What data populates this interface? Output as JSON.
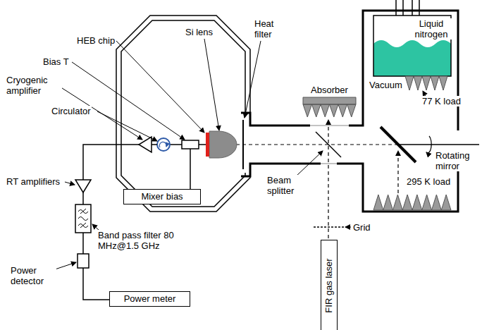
{
  "diagram": {
    "nodes": [
      {
        "text": [
          "Mixer bias"
        ]
      },
      {
        "text": [
          "FIR gas laser"
        ]
      },
      {
        "text": [
          "Power meter"
        ]
      }
    ],
    "labels": [
      "Si lens",
      "HEB chip",
      "Heat filter",
      "Bias T",
      "Absorber",
      "Liquid nitrogen",
      "Vacuum",
      "77 K load",
      "Cryogenic amplifier",
      "Circulator",
      "Rotating mirror",
      "Beam splitter",
      "295 K load",
      "RT amplifiers",
      "Band pass filter 80 MHz@1.5 GHz",
      "Grid",
      "Power detector"
    ]
  }
}
